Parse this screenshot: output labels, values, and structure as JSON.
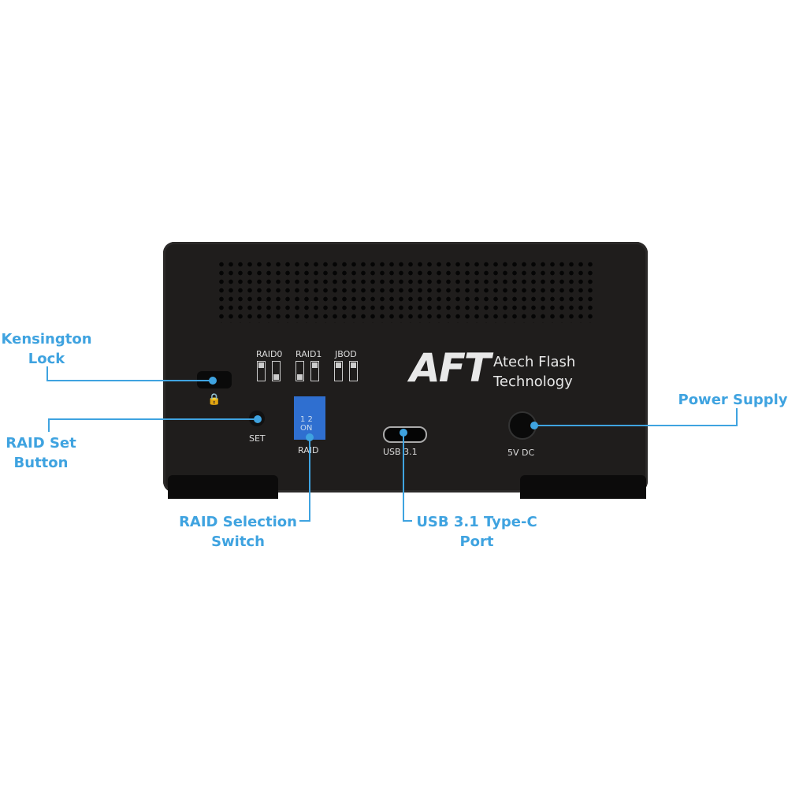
{
  "callouts": {
    "kensington": [
      "Kensington",
      "Lock"
    ],
    "raid_set": [
      "RAID Set",
      "Button"
    ],
    "raid_selection": [
      "RAID Selection",
      "Switch"
    ],
    "usb": [
      "USB 3.1 Type-C",
      "Port"
    ],
    "power": "Power Supply"
  },
  "device": {
    "raid_modes": [
      "RAID0",
      "RAID1",
      "JBOD"
    ],
    "set_label": "SET",
    "raid_label": "RAID",
    "switch_text": "1 2",
    "switch_on": "ON",
    "usb_label": "USB 3.1",
    "dc_label": "5V DC",
    "logo": "AFT",
    "brand": [
      "Atech Flash",
      "Technology"
    ]
  },
  "accent_color": "#3fa3e0"
}
